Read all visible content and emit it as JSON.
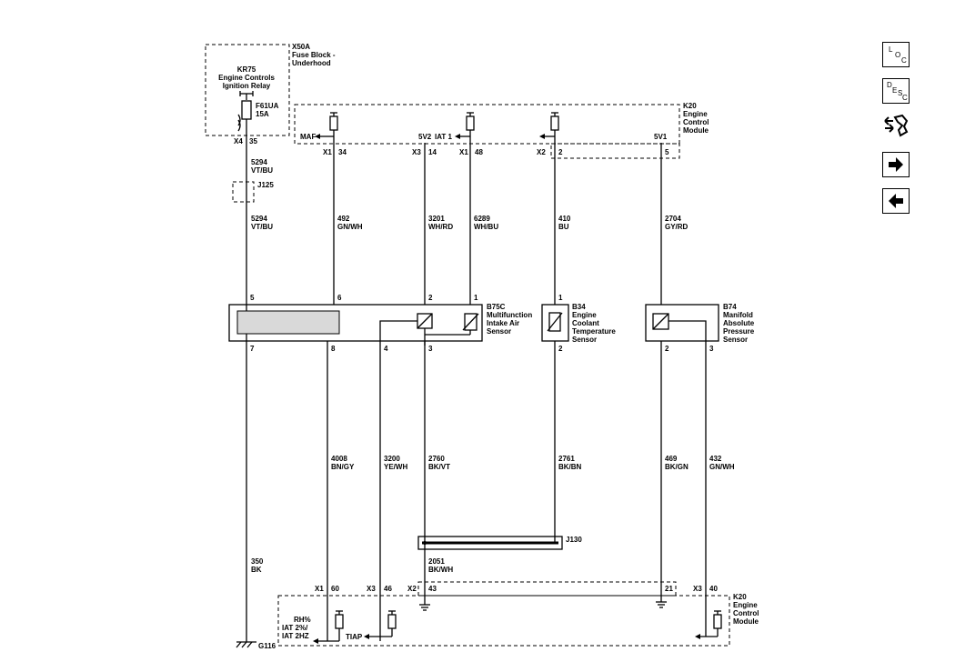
{
  "title_blocks": {
    "fuse_block": [
      "X50A",
      "Fuse Block -",
      "Underhood"
    ],
    "relay": [
      "KR75",
      "Engine Controls",
      "Ignition Relay"
    ],
    "fuse": [
      "F61UA",
      "15A"
    ],
    "ecm_top": [
      "K20",
      "Engine",
      "Control",
      "Module"
    ],
    "ecm_bottom": [
      "K20",
      "Engine",
      "Control",
      "Module"
    ],
    "splice_j125": "J125",
    "splice_j130": "J130",
    "ground": "G116"
  },
  "signals": {
    "maf": "MAF",
    "v5_2": "5V2",
    "iat1": "IAT 1",
    "v5_1": "5V1",
    "rh": [
      "RH%",
      "IAT 2%/",
      "IAT 2HZ"
    ],
    "tiap": "TIAP"
  },
  "connectors_top": [
    {
      "conn": "X4",
      "pin": "35"
    },
    {
      "conn": "X1",
      "pin": "34"
    },
    {
      "conn": "X3",
      "pin": "14"
    },
    {
      "conn": "X1",
      "pin": "48"
    },
    {
      "conn": "X2",
      "pin": "2"
    },
    {
      "conn": "",
      "pin": "5"
    }
  ],
  "connectors_bottom": [
    {
      "conn": "X1",
      "pin": "60"
    },
    {
      "conn": "X3",
      "pin": "46"
    },
    {
      "conn": "X2",
      "pin": "43"
    },
    {
      "conn": "",
      "pin": "21"
    },
    {
      "conn": "X3",
      "pin": "40"
    }
  ],
  "wires_upper": [
    {
      "circuit": "5294",
      "color": "VT/BU"
    },
    {
      "circuit": "5294",
      "color": "VT/BU"
    },
    {
      "circuit": "492",
      "color": "GN/WH"
    },
    {
      "circuit": "3201",
      "color": "WH/RD"
    },
    {
      "circuit": "6289",
      "color": "WH/BU"
    },
    {
      "circuit": "410",
      "color": "BU"
    },
    {
      "circuit": "2704",
      "color": "GY/RD"
    }
  ],
  "wires_lower": [
    {
      "circuit": "4008",
      "color": "BN/GY"
    },
    {
      "circuit": "3200",
      "color": "YE/WH"
    },
    {
      "circuit": "2760",
      "color": "BK/VT"
    },
    {
      "circuit": "2761",
      "color": "BK/BN"
    },
    {
      "circuit": "469",
      "color": "BK/GN"
    },
    {
      "circuit": "432",
      "color": "GN/WH"
    },
    {
      "circuit": "2051",
      "color": "BK/WH"
    },
    {
      "circuit": "350",
      "color": "BK"
    }
  ],
  "sensors": {
    "b75c": [
      "B75C",
      "Multifunction",
      "Intake Air",
      "Sensor"
    ],
    "b34": [
      "B34",
      "Engine",
      "Coolant",
      "Temperature",
      "Sensor"
    ],
    "b74": [
      "B74",
      "Manifold",
      "Absolute",
      "Pressure",
      "Sensor"
    ]
  },
  "sensor_pins": {
    "b75c_top": [
      "5",
      "6",
      "2",
      "1"
    ],
    "b75c_bottom": [
      "7",
      "8",
      "4",
      "3"
    ],
    "b34_top": "1",
    "b34_bottom": "2",
    "b74_bottom": [
      "2",
      "3"
    ]
  },
  "nav_buttons": {
    "loc": [
      "L",
      "O",
      "C"
    ],
    "desc": [
      "D",
      "E",
      "S",
      "C"
    ]
  }
}
